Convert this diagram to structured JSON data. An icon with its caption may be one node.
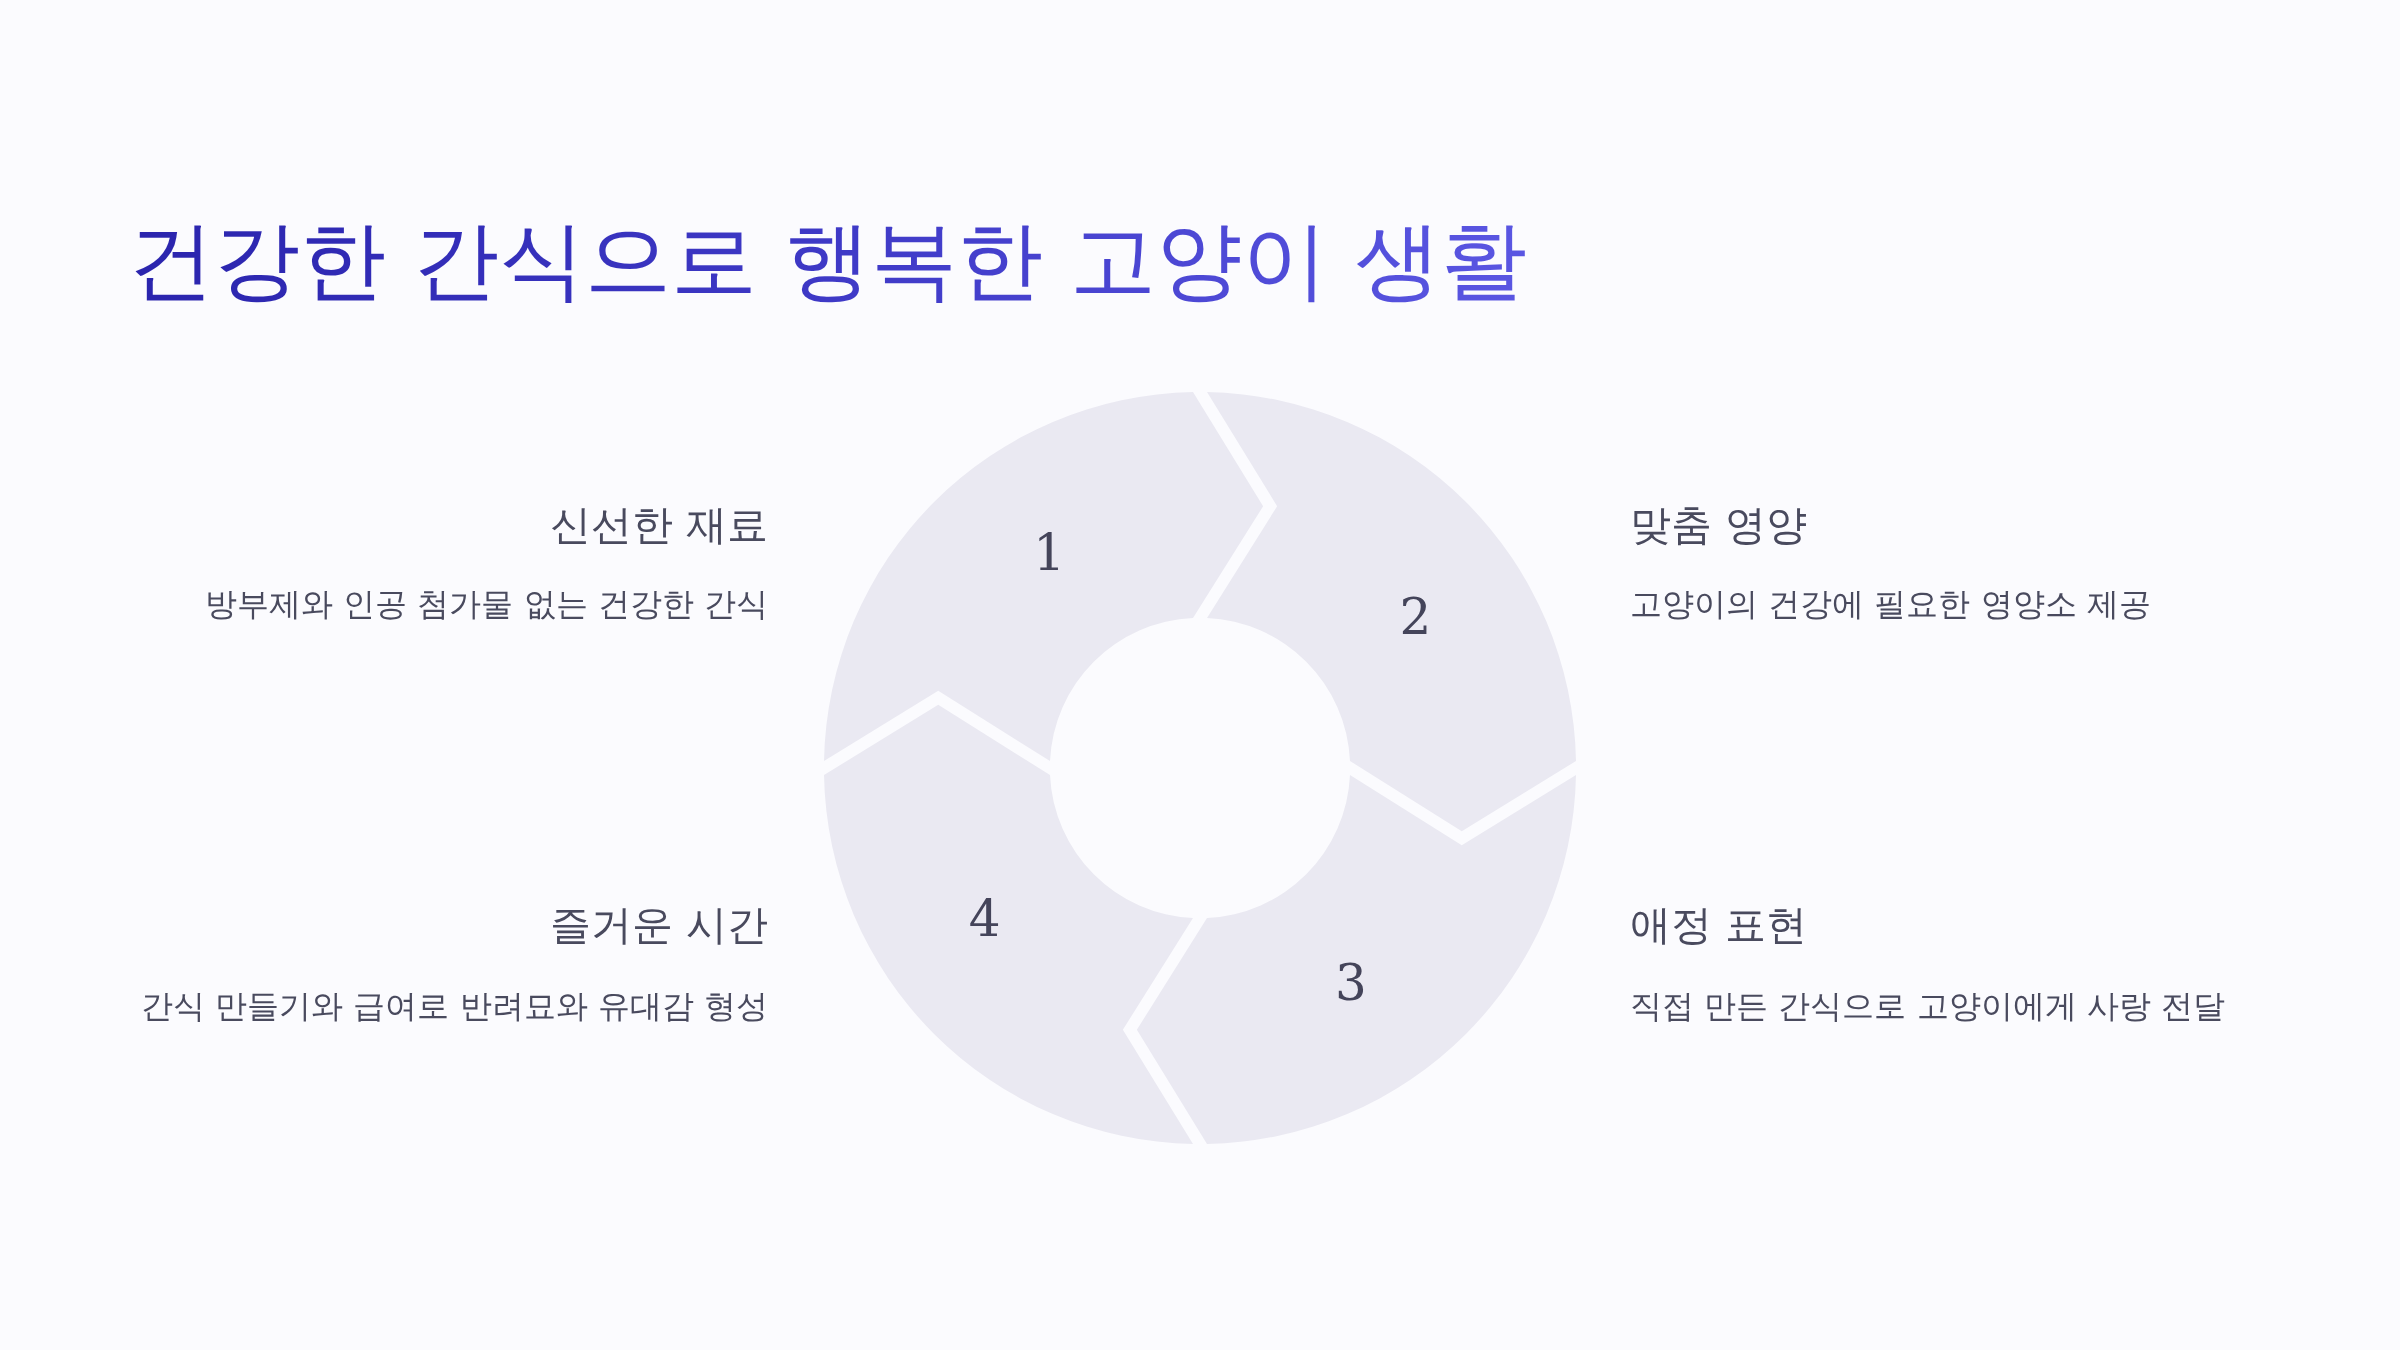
{
  "diagram": {
    "title": "건강한 간식으로 행복한 고양이 생활",
    "nodes": [
      {
        "text": [
          "1"
        ],
        "beside": [
          "신선한 재료",
          "방부제와 인공 첨가물 없는 건강한 간식"
        ]
      },
      {
        "text": [
          "2"
        ],
        "beside": [
          "맞춤 영양",
          "고양이의 건강에 필요한 영양소 제공"
        ]
      },
      {
        "text": [
          "3"
        ],
        "beside": [
          "애정 표현",
          "직접 만든 간식으로 고양이에게 사랑 전달"
        ]
      },
      {
        "text": [
          "4"
        ],
        "beside": [
          "즐거운 시간",
          "간식 만들기와 급여로 반려묘와 유대감 형성"
        ]
      }
    ]
  }
}
